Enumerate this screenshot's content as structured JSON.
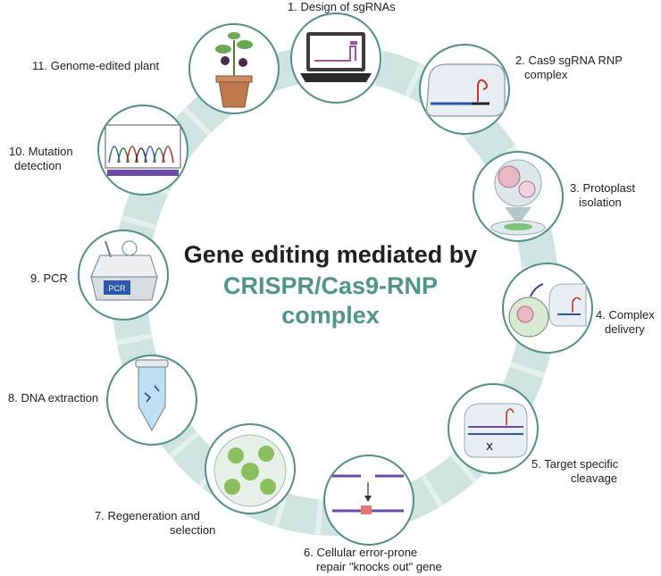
{
  "title": {
    "line1": "Gene editing mediated by",
    "line2": "CRISPR/Cas9-RNP",
    "line3": "complex"
  },
  "colors": {
    "ring": "#cfe3e1",
    "circle_border": "#4f8f86",
    "title_dark": "#1f1f1f",
    "title_teal": "#4f9488"
  },
  "steps": [
    {
      "id": 1,
      "lines": [
        "1. Design of sgRNAs"
      ],
      "icon": "laptop-icon"
    },
    {
      "id": 2,
      "lines": [
        "2.  Cas9 sgRNA RNP",
        "complex"
      ],
      "icon": "cas9-rnp-icon"
    },
    {
      "id": 3,
      "lines": [
        "3. Protoplast",
        "isolation"
      ],
      "icon": "protoplast-icon"
    },
    {
      "id": 4,
      "lines": [
        "4. Complex",
        "delivery"
      ],
      "icon": "cell-delivery-icon"
    },
    {
      "id": 5,
      "lines": [
        "5. Target specific",
        "cleavage"
      ],
      "icon": "cleavage-icon"
    },
    {
      "id": 6,
      "lines": [
        "6.  Cellular error-prone",
        "repair \"knocks out\" gene"
      ],
      "icon": "dna-repair-icon"
    },
    {
      "id": 7,
      "lines": [
        "7. Regeneration and",
        "selection"
      ],
      "icon": "petri-dish-icon"
    },
    {
      "id": 8,
      "lines": [
        "8.  DNA extraction"
      ],
      "icon": "tube-icon"
    },
    {
      "id": 9,
      "lines": [
        "9. PCR"
      ],
      "icon": "pcr-machine-icon"
    },
    {
      "id": 10,
      "lines": [
        "10.  Mutation",
        "detection"
      ],
      "icon": "chromatogram-icon"
    },
    {
      "id": 11,
      "lines": [
        "11.  Genome-edited plant"
      ],
      "icon": "plant-pot-icon"
    }
  ],
  "pcr_screen_text": "PCR"
}
